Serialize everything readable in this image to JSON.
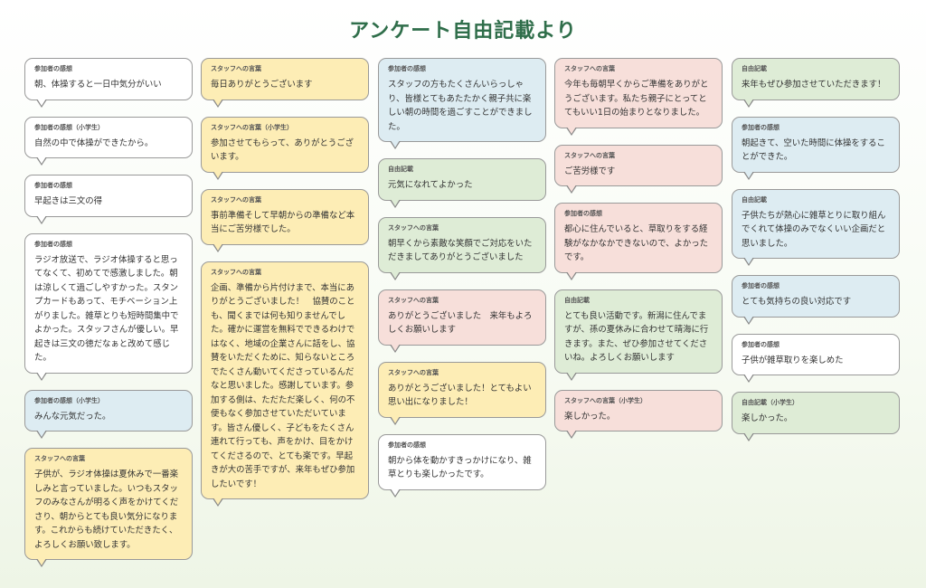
{
  "title": "アンケート自由記載より",
  "columns": [
    [
      {
        "tag": "参加者の感想",
        "text": "朝、体操すると一日中気分がいい",
        "color": "white"
      },
      {
        "tag": "参加者の感想（小学生）",
        "text": "自然の中で体操ができたから。",
        "color": "white"
      },
      {
        "tag": "参加者の感想",
        "text": "早起きは三文の得",
        "color": "white"
      },
      {
        "tag": "参加者の感想",
        "text": "ラジオ放送で、ラジオ体操すると思ってなくて、初めてで感激しました。朝は涼しくて過ごしやすかった。スタンプカードもあって、モチベーション上がりました。雑草とりも短時間集中でよかった。スタッフさんが優しい。早起きは三文の徳だなぁと改めて感じた。",
        "color": "white"
      },
      {
        "tag": "参加者の感想（小学生）",
        "text": "みんな元気だった。",
        "color": "blue"
      },
      {
        "tag": "スタッフへの言葉",
        "text": "子供が、ラジオ体操は夏休みで一番楽しみと言っていました。いつもスタッフのみなさんが明るく声をかけてくださり、朝からとても良い気分になります。これからも続けていただきたく、よろしくお願い致します。",
        "color": "yellow"
      }
    ],
    [
      {
        "tag": "スタッフへの言葉",
        "text": "毎日ありがとうございます",
        "color": "yellow"
      },
      {
        "tag": "スタッフへの言葉（小学生）",
        "text": "参加させてもらって、ありがとうございます。",
        "color": "yellow"
      },
      {
        "tag": "スタッフへの言葉",
        "text": "事前準備そして早朝からの準備など本当にご苦労様でした。",
        "color": "yellow"
      },
      {
        "tag": "スタッフへの言葉",
        "text": "企画、準備から片付けまで、本当にありがとうございました！　協賛のことも、聞くまでは何も知りませんでした。確かに運営を無料でできるわけではなく、地域の企業さんに話をし、協賛をいただくために、知らないところでたくさん動いてくださっているんだなと思いました。感謝しています。参加する側は、ただただ楽しく、何の不便もなく参加させていただいています。皆さん優しく、子どもをたくさん連れて行っても、声をかけ、目をかけてくださるので、とても楽です。早起きが大の苦手ですが、来年もぜひ参加したいです！",
        "color": "yellow"
      }
    ],
    [
      {
        "tag": "参加者の感想",
        "text": "スタッフの方もたくさんいらっしゃり、皆様とてもあたたかく親子共に楽しい朝の時間を過ごすことができました。",
        "color": "blue"
      },
      {
        "tag": "自由記載",
        "text": "元気になれてよかった",
        "color": "green"
      },
      {
        "tag": "スタッフへの言葉",
        "text": "朝早くから素敵な笑顔でご対応をいただきましてありがとうございました",
        "color": "green"
      },
      {
        "tag": "スタッフへの言葉",
        "text": "ありがとうございました　来年もよろしくお願いします",
        "color": "pink"
      },
      {
        "tag": "スタッフへの言葉",
        "text": "ありがとうございました！とてもよい思い出になりました！",
        "color": "yellow"
      },
      {
        "tag": "参加者の感想",
        "text": "朝から体を動かすきっかけになり、雑草とりも楽しかったです。",
        "color": "white"
      }
    ],
    [
      {
        "tag": "スタッフへの言葉",
        "text": "今年も毎朝早くからご準備をありがとうございます。私たち親子にとってとてもいい1日の始まりとなりました。",
        "color": "pink"
      },
      {
        "tag": "スタッフへの言葉",
        "text": "ご苦労様です",
        "color": "pink"
      },
      {
        "tag": "参加者の感想",
        "text": "都心に住んでいると、草取りをする経験がなかなかできないので、よかったです。",
        "color": "pink"
      },
      {
        "tag": "自由記載",
        "text": "とても良い活動です。新潟に住んでますが、孫の夏休みに合わせて晴海に行きます。また、ぜひ参加させてくださいね。よろしくお願いします",
        "color": "green"
      },
      {
        "tag": "スタッフへの言葉（小学生）",
        "text": "楽しかった。",
        "color": "pink"
      }
    ],
    [
      {
        "tag": "自由記載",
        "text": "来年もぜひ参加させていただきます！",
        "color": "green"
      },
      {
        "tag": "参加者の感想",
        "text": "朝起きて、空いた時間に体操をすることができた。",
        "color": "blue"
      },
      {
        "tag": "自由記載",
        "text": "子供たちが熱心に雑草とりに取り組んでくれて体操のみでなくいい企画だと思いました。",
        "color": "blue"
      },
      {
        "tag": "参加者の感想",
        "text": "とても気持ちの良い対応です",
        "color": "blue"
      },
      {
        "tag": "参加者の感想",
        "text": "子供が雑草取りを楽しめた",
        "color": "white"
      },
      {
        "tag": "自由記載（小学生）",
        "text": "楽しかった。",
        "color": "green"
      }
    ]
  ]
}
